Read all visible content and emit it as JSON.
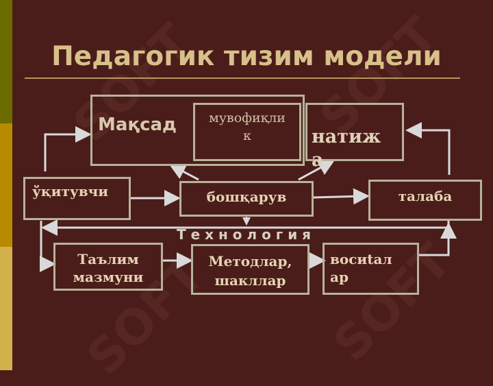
{
  "title": "Педагогик тизим модели",
  "nodes": {
    "maqsad": "Мақсад",
    "muvofiqlik": "мувофиқли\nк",
    "natija": "натиж\nа",
    "uqituvchi": "ўқитувчи",
    "boshqaruv": "бошқарув",
    "talaba": "талаба",
    "texnologiya": "Т е х н о л о г и я",
    "talim_mazmuni": "Таълим\nмазмуни",
    "metodlar": "Методлар,\nшакллар",
    "vositalar": "восиtал\nар"
  },
  "watermark": "SOFT",
  "colors": {
    "background": "#4a1d1a",
    "title": "#d8c08a",
    "border": "#b8b39a",
    "arrow": "#d9d9d9",
    "text": "#e6d3b3"
  }
}
